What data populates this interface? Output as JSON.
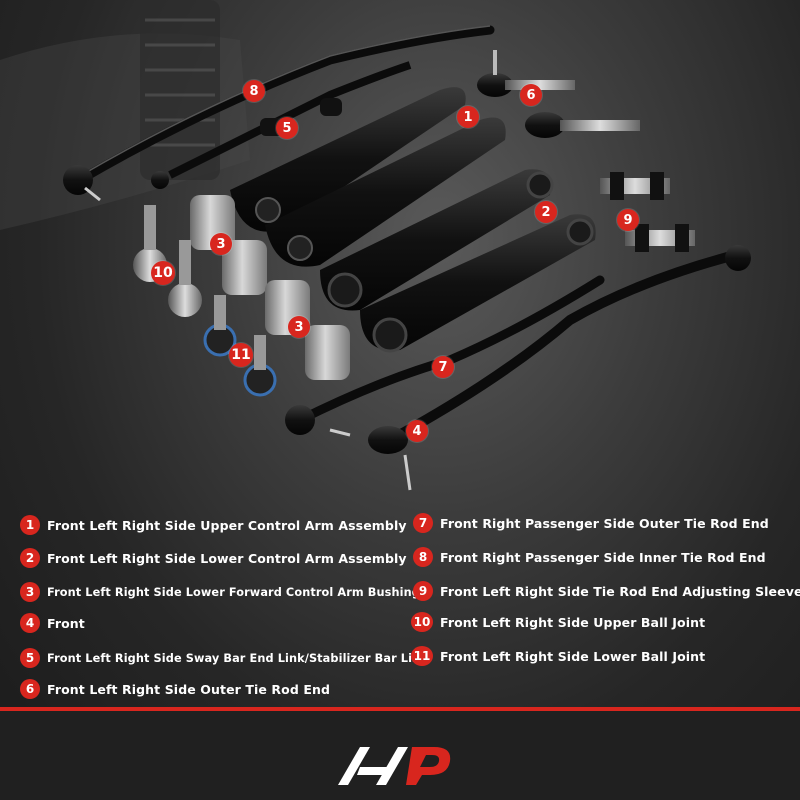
{
  "legend": {
    "items": [
      {
        "n": "1",
        "label": "Front Left Right Side Upper Control Arm Assembly"
      },
      {
        "n": "2",
        "label": "Front Left Right Side Lower Control Arm Assembly"
      },
      {
        "n": "3",
        "label": "Front Left Right Side Lower Forward Control Arm Bushing"
      },
      {
        "n": "4",
        "label": "Front"
      },
      {
        "n": "5",
        "label": "Front Left Right Side Sway Bar End Link/Stabilizer Bar Link"
      },
      {
        "n": "6",
        "label": "Front Left Right Side Outer Tie Rod End"
      },
      {
        "n": "7",
        "label": "Front Right Passenger Side Outer Tie Rod End"
      },
      {
        "n": "8",
        "label": "Front Right Passenger Side Inner Tie Rod End"
      },
      {
        "n": "9",
        "label": "Front Left Right Side Tie Rod End Adjusting Sleeve"
      },
      {
        "n": "10",
        "label": "Front Left Right Side Upper Ball Joint"
      },
      {
        "n": "11",
        "label": "Front Left Right Side Lower Ball Joint"
      }
    ]
  },
  "callouts": [
    "8",
    "6",
    "5",
    "1",
    "2",
    "9",
    "3",
    "10",
    "3",
    "11",
    "7",
    "4"
  ],
  "colors": {
    "accent": "#d8261e",
    "background": "#2a2a2a",
    "text": "#ffffff"
  },
  "logo": {
    "icon": "a-premium-logo"
  }
}
